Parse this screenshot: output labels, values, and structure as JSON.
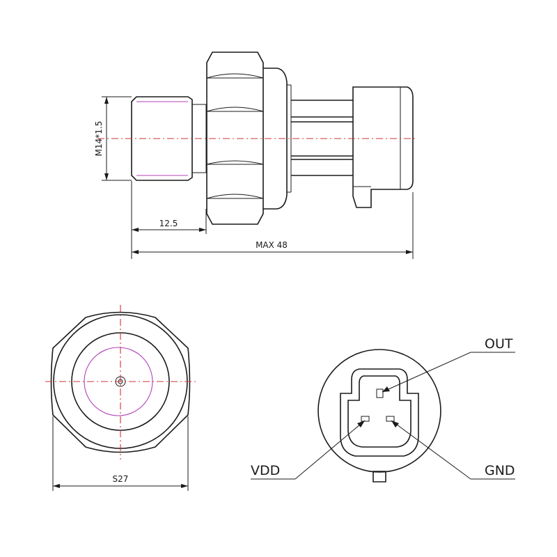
{
  "dimensions": {
    "thread": "M14*1.5",
    "thread_length": "12.5",
    "overall_length": "MAX 48",
    "hex_size": "S27"
  },
  "pins": {
    "out": "OUT",
    "vdd": "VDD",
    "gnd": "GND"
  },
  "colors": {
    "outline": "#1a1a1a",
    "centerline": "#d0303a",
    "thread": "#b040b8"
  }
}
